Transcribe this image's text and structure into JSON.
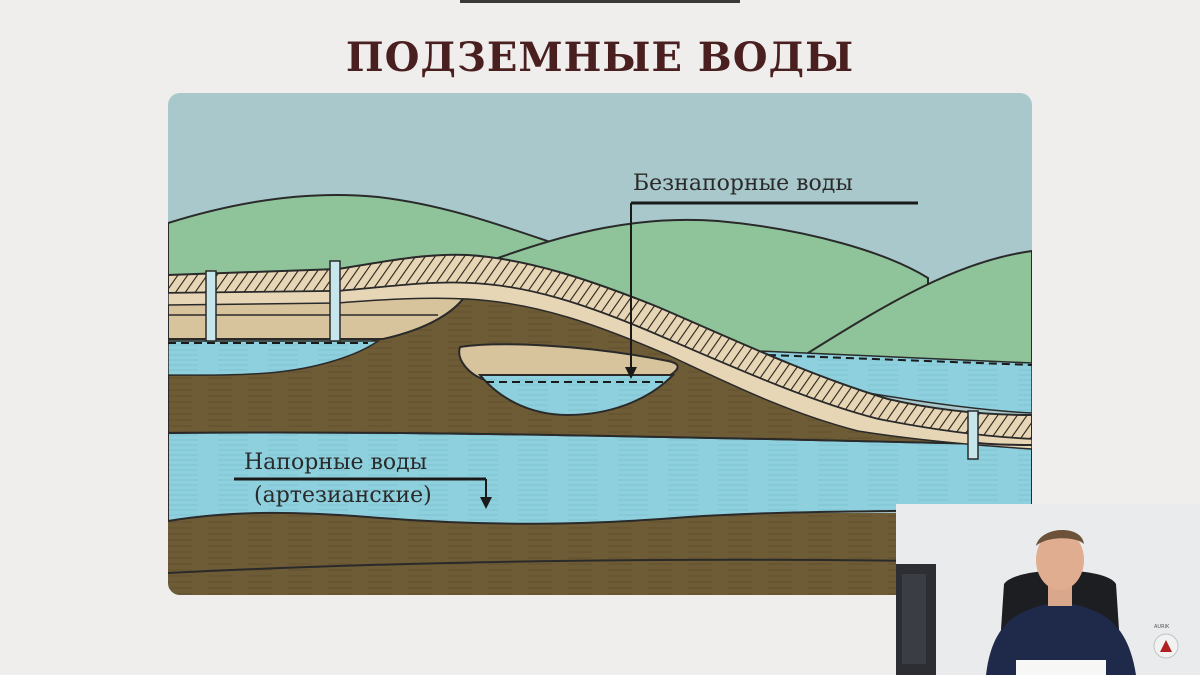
{
  "slide": {
    "title": "ПОДЗЕМНЫЕ ВОДЫ"
  },
  "diagram": {
    "labels": {
      "unconfined": "Безнапорные воды",
      "artesian_line1": "Напорные воды",
      "artesian_line2": "(артезианские)"
    }
  },
  "webcam": {
    "logo_text": "AURIK"
  },
  "colors": {
    "title": "#4a1f1f",
    "sky": "#a9c9cc",
    "hills": "#8ec49a",
    "soil": "#6b5a35",
    "water": "#8fd0dc",
    "sand": "#e4d4b2"
  }
}
